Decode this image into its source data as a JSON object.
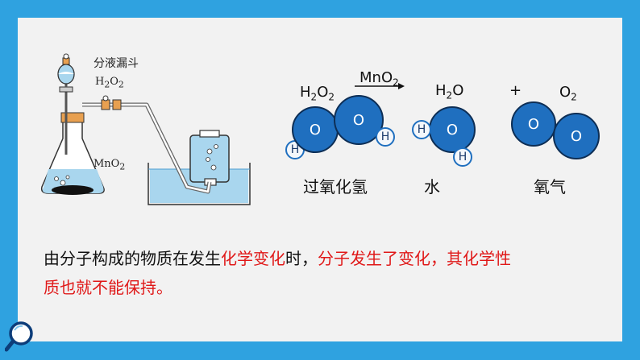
{
  "apparatus": {
    "funnel_label": "分液漏斗",
    "h2o2_label_main": "H",
    "h2o2_label_sub1": "2",
    "h2o2_label_mid": "O",
    "h2o2_label_sub2": "2",
    "mno2_label_main": "MnO",
    "mno2_label_sub": "2"
  },
  "reaction": {
    "catalyst_main": "MnO",
    "catalyst_sub": "2",
    "reactant_main": "H",
    "reactant_sub1": "2",
    "reactant_mid": "O",
    "reactant_sub2": "2",
    "product1_main": "H",
    "product1_sub": "2",
    "product1_end": "O",
    "plus": "+",
    "product2_main": "O",
    "product2_sub": "2",
    "atom_o": "O",
    "atom_h": "H",
    "name_reactant": "过氧化氢",
    "name_product1": "水",
    "name_product2": "氧气"
  },
  "text": {
    "line1_a": "由分子构成的物质在发生",
    "line1_b": "化学变化",
    "line1_c": "时，",
    "line1_d": "分子发生了变化，其化学性",
    "line2": "质也就不能保持。"
  },
  "colors": {
    "frame": "#2fa2e0",
    "accent_red": "#e01818",
    "atom": "#1f6fbf"
  }
}
